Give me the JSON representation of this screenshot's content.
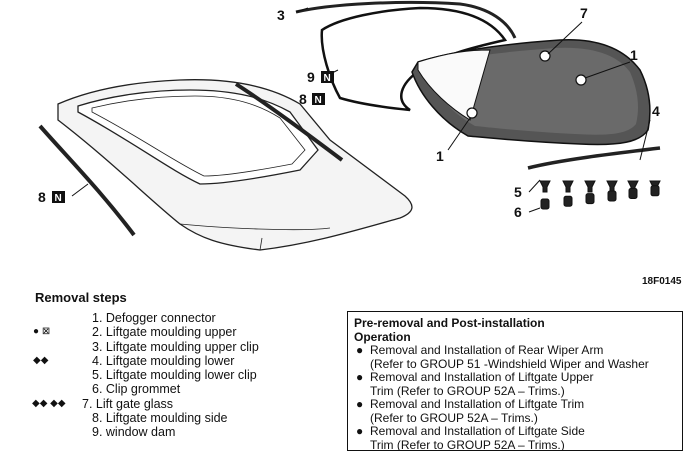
{
  "figure_id": "18F0145",
  "callouts": {
    "c3": "3",
    "c7": "7",
    "c1_right": "1",
    "c1_left": "1",
    "c9": "9",
    "c8_upper": "8",
    "c8_left": "8",
    "c4": "4",
    "c5": "5",
    "c6": "6",
    "n_badge": "N"
  },
  "removal_steps": {
    "title": "Removal steps",
    "items": [
      {
        "marker": "",
        "text": "1.  Defogger  connector"
      },
      {
        "marker": "● ⊠",
        "text": "2. Liftgate  moulding  upper"
      },
      {
        "marker": "",
        "text": "3. Liftgate  moulding  upper  clip"
      },
      {
        "marker": "◆◆",
        "text": "4. Liftgate  moulding  lower"
      },
      {
        "marker": "",
        "text": "5. Liftgate  moulding  lower  clip"
      },
      {
        "marker": "",
        "text": "6.  Clip  grommet"
      },
      {
        "marker": "◆◆ ◆◆",
        "text": "7.  Lift  gate  glass"
      },
      {
        "marker": "",
        "text": "8. Liftgate  moulding  side"
      },
      {
        "marker": "",
        "text": "9.  window  dam"
      }
    ]
  },
  "info_box": {
    "title": "Pre-removal and Post-installation",
    "subtitle": "Operation",
    "items": [
      {
        "line1": "Removal and Installation of Rear Wiper Arm",
        "line2": "(Refer to GROUP 51 -Windshield Wiper and Washer"
      },
      {
        "line1": "Removal and Installation of Liftgate Upper",
        "line2": "Trim (Refer to GROUP 52A – Trims.)"
      },
      {
        "line1": "Removal and Installation of Liftgate Trim",
        "line2": "(Refer to GROUP 52A – Trims.)"
      },
      {
        "line1": "Removal and Installation of Liftgate Side",
        "line2": "Trim (Refer to GROUP 52A – Trims.)"
      }
    ]
  }
}
